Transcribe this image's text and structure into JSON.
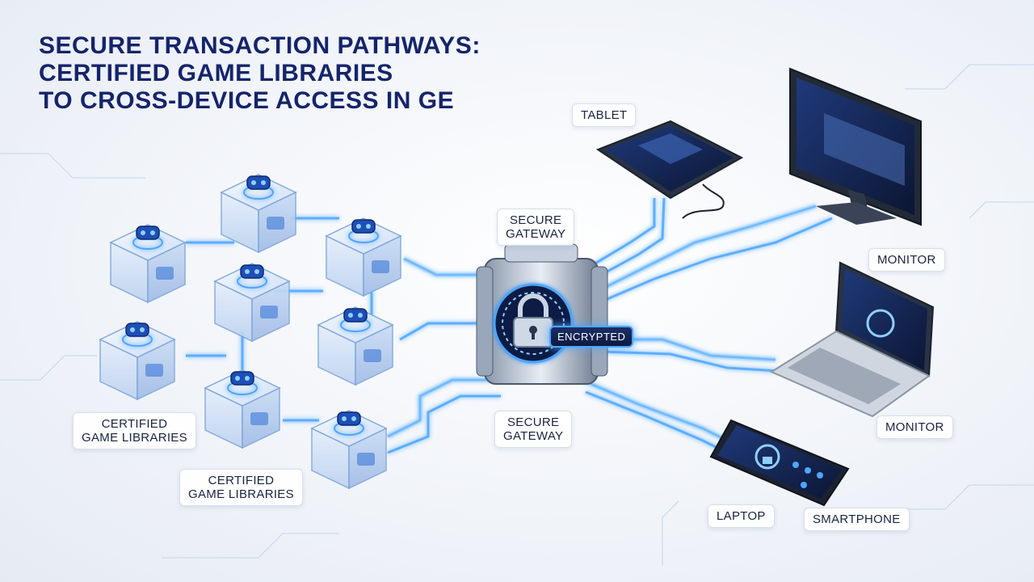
{
  "title": {
    "line1": "SECURE TRANSACTION PATHWAYS:",
    "line2": "CERTIFIED GAME LIBRARIES",
    "line3": "TO CROSS-DEVICE ACCESS IN GE"
  },
  "labels": {
    "certified_libraries_1": {
      "line1": "CERTIFIED",
      "line2": "GAME LIBRARIES"
    },
    "certified_libraries_2": {
      "line1": "CERTIFIED",
      "line2": "GAME LIBRARIES"
    },
    "gateway_top": {
      "line1": "SECURE",
      "line2": "GATEWAY"
    },
    "gateway_bottom": {
      "line1": "SECURE",
      "line2": "GATEWAY"
    },
    "encrypted": "ENCRYPTED",
    "tablet": "TABLET",
    "monitor_1": "MONITOR",
    "monitor_2": "MONITOR",
    "laptop": "LAPTOP",
    "smartphone": "SMARTPHONE"
  },
  "colors": {
    "title": "#15246b",
    "circuit": "#4ea6ff",
    "glow": "#8fd0ff",
    "cube_face": "#dce9fb",
    "screen": "#16264f"
  },
  "icons": {
    "cubes": [
      "car-icon",
      "gamepad-icon",
      "car-icon",
      "sword-icon",
      "display-icon",
      "sword-icon",
      "joystick-icon",
      "gamepad-icon",
      "padlock-icon"
    ],
    "gateway": "padlock-icon"
  }
}
